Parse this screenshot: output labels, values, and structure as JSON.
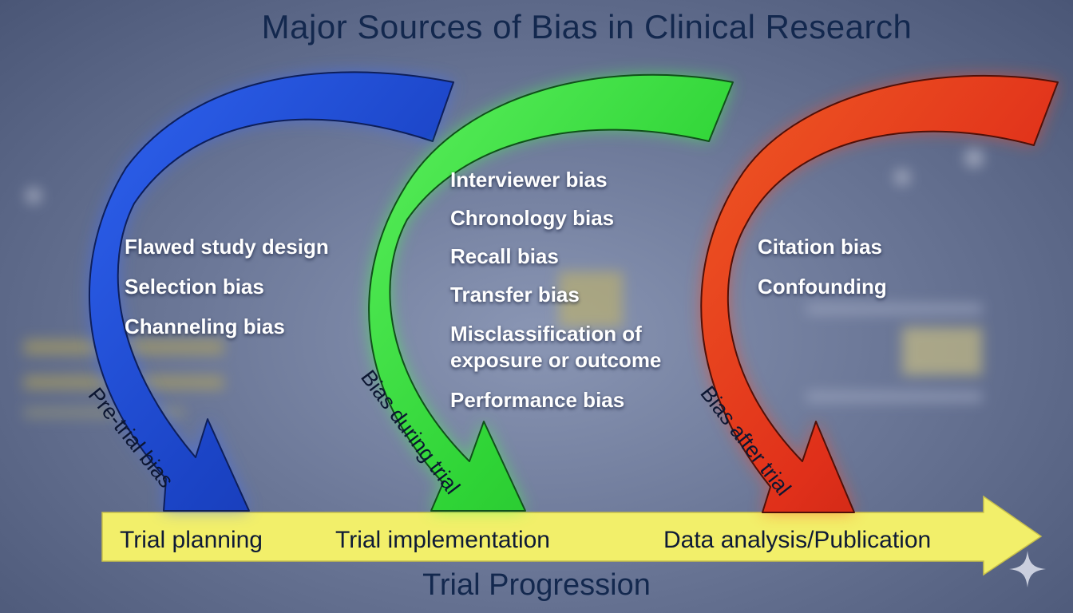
{
  "title": "Major Sources of Bias in Clinical Research",
  "phases": [
    {
      "arrow_label": "Pre-trial bias",
      "stage_label": "Trial planning",
      "color": "#1f4fd8",
      "items": [
        "Flawed study design",
        "Selection bias",
        "Channeling bias"
      ]
    },
    {
      "arrow_label": "Bias during trial",
      "stage_label": "Trial implementation",
      "color": "#34d83a",
      "items": [
        "Interviewer bias",
        "Chronology bias",
        "Recall bias",
        "Transfer bias",
        "Misclassification of exposure or outcome",
        "Performance bias"
      ]
    },
    {
      "arrow_label": "Bias after trial",
      "stage_label": "Data analysis/Publication",
      "color": "#e8341a",
      "items": [
        "Citation bias",
        "Confounding"
      ]
    }
  ],
  "progress_label": "Trial Progression",
  "colors": {
    "progress_arrow": "#f2ef6a",
    "title": "#13284e"
  }
}
